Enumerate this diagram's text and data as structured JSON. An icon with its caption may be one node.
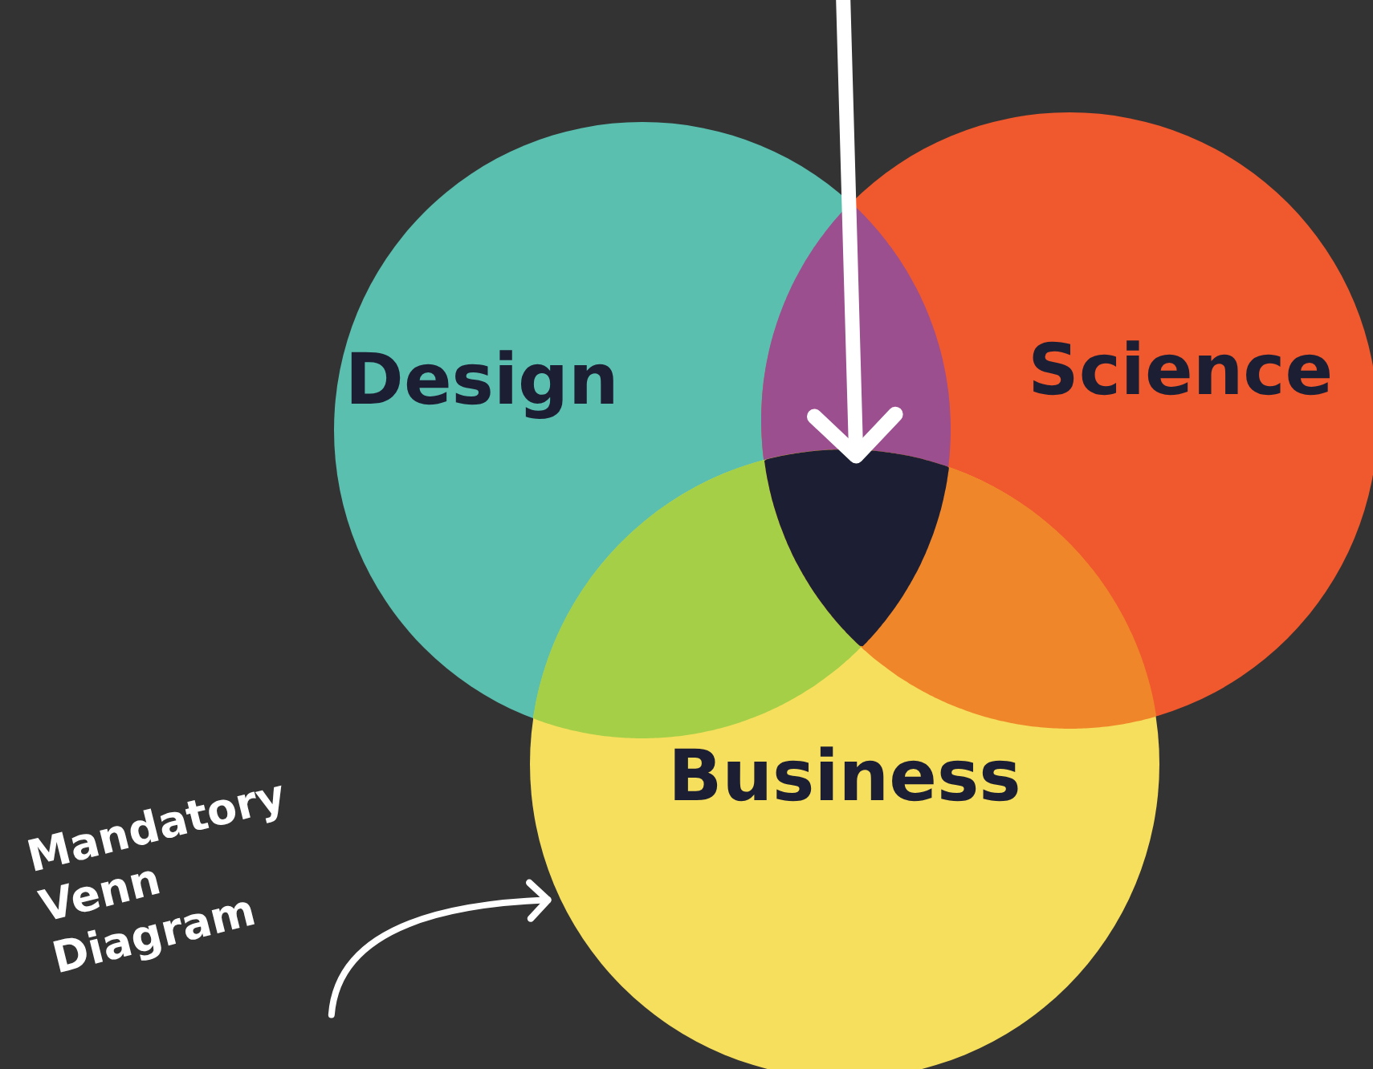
{
  "diagram": {
    "nodes": [
      {
        "text": [
          "Design"
        ]
      },
      {
        "text": [
          "Science"
        ]
      },
      {
        "text": [
          "Business"
        ]
      },
      {
        "text": [],
        "shape": "lens"
      },
      {
        "text": [],
        "shape": "lens"
      },
      {
        "text": [],
        "shape": "lens"
      },
      {
        "text": [],
        "shape": "triangle"
      },
      {
        "text": [
          "Mandatory Venn Diagram"
        ]
      }
    ],
    "edges": [
      {
        "from": null,
        "to": 6,
        "arrow": "to",
        "style": "thick"
      },
      {
        "from": 7,
        "to": 2,
        "arrow": "to"
      }
    ]
  }
}
